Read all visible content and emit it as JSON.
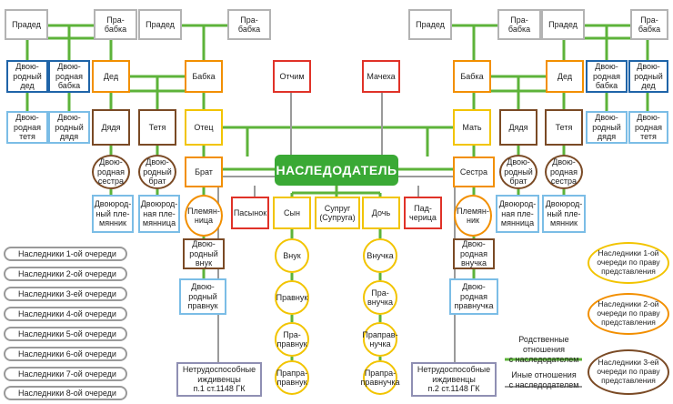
{
  "nodes": {
    "pradid": "Прадед",
    "prababka": "Пра-\nбабка",
    "dvoyurodny_ded": "Двою-\nродный\nдед",
    "dvoyurodnaya_babka": "Двою-\nродная\nбабка",
    "ded": "Дед",
    "babka": "Бабка",
    "dvoyurodnaya_tetya": "Двою-\nродная\nтетя",
    "dvoyurodny_dyadya": "Двою-\nродный\nдядя",
    "dyadya": "Дядя",
    "tetya": "Тетя",
    "otets": "Отец",
    "mat": "Мать",
    "dvoyurodnaya_sestra": "Двою-\nродная\nсестра",
    "dvoyurodny_brat": "Двою-\nродный\nбрат",
    "brat": "Брат",
    "sestra": "Сестра",
    "dvoyurodny_plemyannik": "Двоюрод-\nный пле-\nмянник",
    "dvoyurodnaya_plemyannitsa": "Двоюрод-\nная пле-\nмянница",
    "plemyannitsa": "Племян-\nница",
    "plemyannik": "Племян-\nник",
    "dvoyurodny_vnuk": "Двою-\nродный\nвнук",
    "dvoyurodnaya_vnuchka": "Двою-\nродная\nвнучка",
    "dvoyurodny_pravnuk": "Двою-\nродный\nправнук",
    "dvoyurodnaya_pravnuchka": "Двою-\nродная\nправнучка",
    "otchim": "Отчим",
    "machekha": "Мачеха",
    "naslednik": "НАСЛЕДОДАТЕЛЬ",
    "pasynok": "Пасынок",
    "syn": "Сын",
    "suprug": "Супруг\n(Супруга)",
    "doch": "Дочь",
    "padcheritsa": "Пад-\nчерица",
    "vnuk": "Внук",
    "vnuchka": "Внучка",
    "pravnuk": "Правнук",
    "pravnuchka": "Пра-\nвнучка",
    "prapravnuk": "Пра-\nправнук",
    "prapravnuchka": "Праправ-\nнучка",
    "praprapravnuk": "Прапра-\nправнук",
    "praprapravnuchka": "Прапра-\nправнучка",
    "dependents_1": "Нетрудоспособные\nиждивенцы\nп.1 ст.1148 ГК",
    "dependents_2": "Нетрудоспособные\nиждивенцы\nп.2 ст.1148 ГК"
  },
  "legend": {
    "queues": [
      "Наследники 1-ой очереди",
      "Наследники 2-ой очереди",
      "Наследники 3-ей очереди",
      "Наследники 4-ой очереди",
      "Наследники 5-ой очереди",
      "Наследники 6-ой очереди",
      "Наследники 7-ой очереди",
      "Наследники 8-ой очереди"
    ],
    "representation": [
      "Наследники 1-ой\nочереди по праву\nпредставления",
      "Наследники 2-ой\nочереди по праву\nпредставления",
      "Наследники 3-ей\nочереди по праву\nпредставления"
    ],
    "kinship_label": "Родственные\nотношения\nс наследодателем",
    "other_label": "Иные отношения\nс наследодателем"
  },
  "colors": {
    "queue_1": "#f2c400",
    "queue_2": "#f28f00",
    "queue_3": "#7a4a25",
    "queue_4": "#b3b3b3",
    "queue_5": "#1f64a8",
    "queue_6": "#7bbde6",
    "queue_7": "#e03228",
    "queue_8": "#8f8fb3",
    "kinship_line": "#5db33a",
    "other_line": "#9a9a9a",
    "testator": "#3aa935"
  }
}
